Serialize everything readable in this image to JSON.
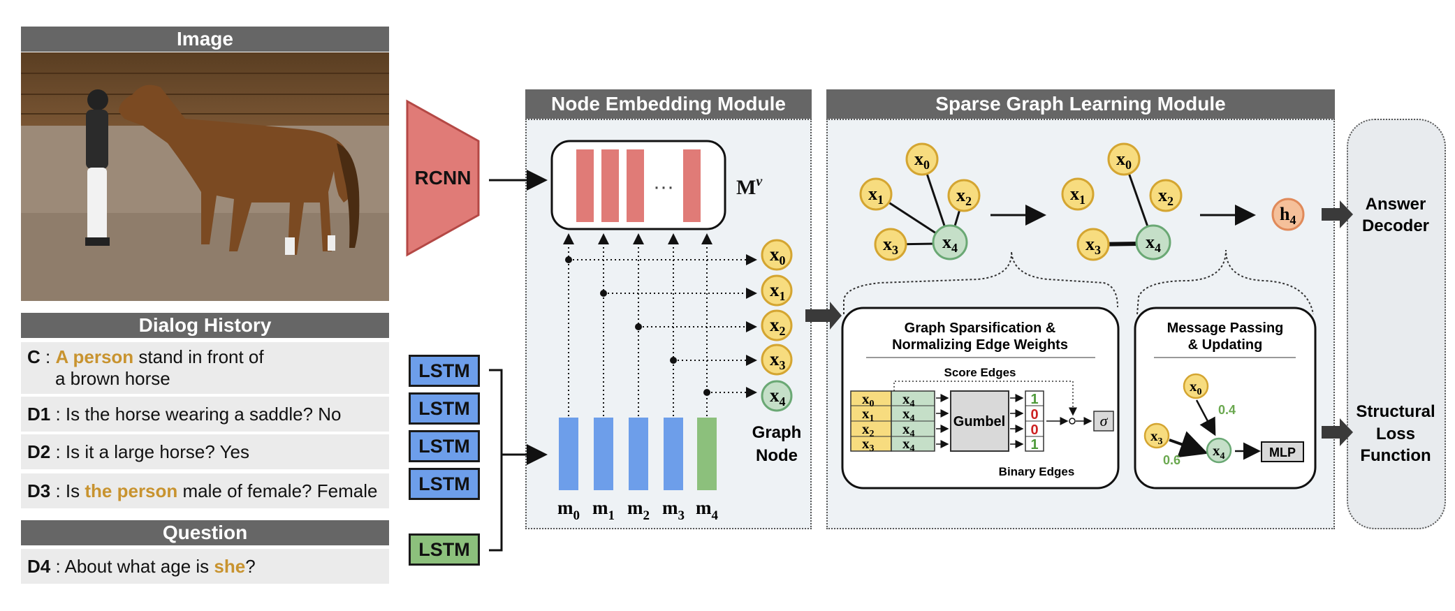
{
  "image_panel": {
    "title": "Image",
    "photo_caption": ""
  },
  "dialog": {
    "title": "Dialog History",
    "c": {
      "speaker": "C",
      "sep": " : ",
      "hl1": "A person",
      "rest1": " stand in front of",
      "line2": "a brown horse"
    },
    "d1": {
      "speaker": "D1",
      "text": " : Is the horse wearing a saddle? No"
    },
    "d2": {
      "speaker": "D2",
      "text": " : Is it a large horse? Yes"
    },
    "d3": {
      "speaker": "D3",
      "pre": " : Is ",
      "hl": "the person",
      "post": " male of female? Female"
    }
  },
  "question": {
    "title": "Question",
    "speaker": "D4",
    "pre": " : About what age is ",
    "hl": "she",
    "post": "?"
  },
  "encoders": {
    "rcnn": "RCNN",
    "lstm": [
      "LSTM",
      "LSTM",
      "LSTM",
      "LSTM",
      "LSTM"
    ]
  },
  "node_embedding": {
    "title": "Node Embedding Module",
    "memory_label": "M",
    "memory_sup": "v",
    "ellipsis": "···",
    "m_labels": [
      "m",
      "m",
      "m",
      "m",
      "m"
    ],
    "m_subs": [
      "0",
      "1",
      "2",
      "3",
      "4"
    ],
    "x_nodes": [
      "x",
      "x",
      "x",
      "x",
      "x"
    ],
    "x_subs": [
      "0",
      "1",
      "2",
      "3",
      "4"
    ],
    "graph_node_label": [
      "Graph",
      "Node"
    ]
  },
  "sparse_graph": {
    "title": "Sparse Graph Learning Module",
    "node_letter": "x",
    "h_letter": "h",
    "h_sub": "4",
    "sparsify_box": {
      "title": [
        "Graph Sparsification &",
        "Normalizing Edge Weights"
      ],
      "score_edges": "Score Edges",
      "pairs": [
        [
          "x",
          "0",
          "x",
          "4"
        ],
        [
          "x",
          "1",
          "x",
          "4"
        ],
        [
          "x",
          "2",
          "x",
          "4"
        ],
        [
          "x",
          "3",
          "x",
          "4"
        ]
      ],
      "gumbel": "Gumbel",
      "binary": [
        "1",
        "0",
        "0",
        "1"
      ],
      "sigma": "σ",
      "binary_label": "Binary Edges"
    },
    "message_box": {
      "title": [
        "Message Passing",
        "& Updating"
      ],
      "w1": "0.4",
      "w2": "0.6",
      "mlp": "MLP"
    }
  },
  "outputs": {
    "answer": [
      "Answer",
      "Decoder"
    ],
    "loss": [
      "Structural",
      "Loss",
      "Function"
    ]
  },
  "colors": {
    "header_gray": "#666666",
    "rcnn_red": "#e07b77",
    "lstm_blue": "#6d9eea",
    "lstm_green": "#8cc07c",
    "node_yellow": "#f7dc7f",
    "node_green": "#c5dfc8",
    "h_orange": "#f5c09a",
    "highlight": "#c8932f"
  }
}
